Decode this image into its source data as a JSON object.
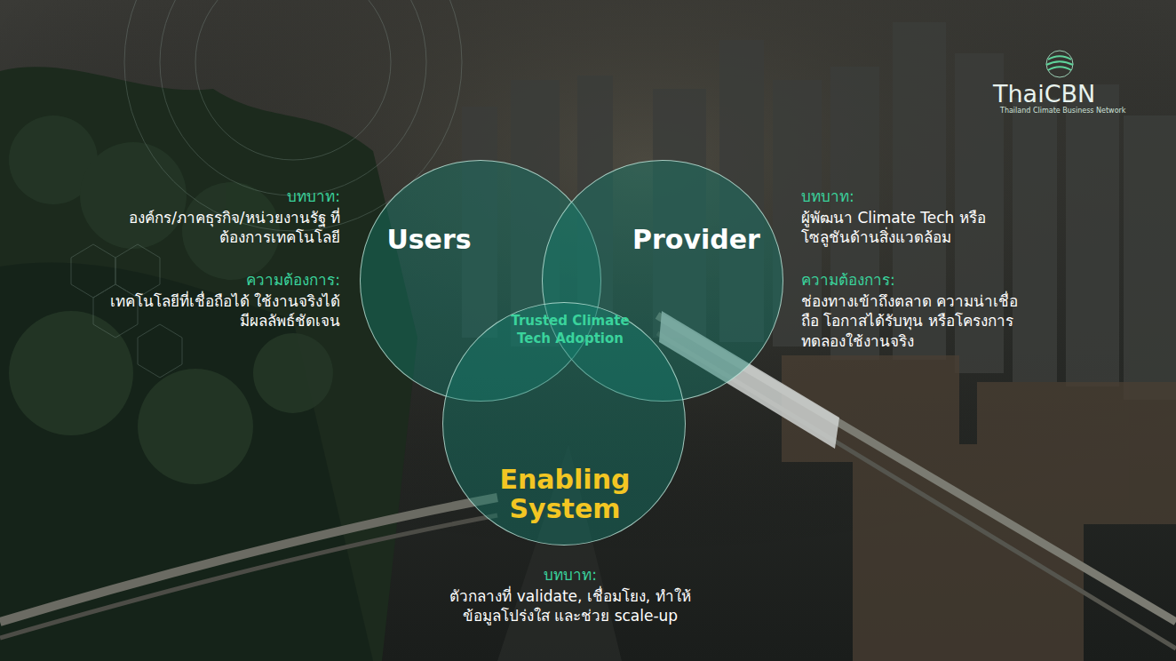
{
  "diagram": {
    "nodes": [
      {
        "text": [
          "Users"
        ]
      },
      {
        "text": [
          "Provider"
        ]
      },
      {
        "text": [
          "Enabling System"
        ]
      }
    ],
    "labels": [
      "บทบาท:",
      "องค์กร/ภาคธุรกิจ/หน่วยงานรัฐ ที่ต้องการเทคโนโลยี",
      "ความต้องการ:",
      "เทคโนโลยีที่เชื่อถือได้ ใช้งานจริงได้ มีผลลัพธ์ชัดเจน",
      "บทบาท:",
      "ผู้พัฒนา Climate Tech หรือโซลูชันด้านสิ่งแวดล้อม",
      "ความต้องการ:",
      "ช่องทางเข้าถึงตลาด ความน่าเชื่อถือ โอกาสได้รับทุน หรือโครงการทดลองใช้งานจริง",
      "Trusted Climate Tech Adoption",
      "บทบาท:",
      "ตัวกลางที่ validate, เชื่อมโยง, ทำให้ข้อมูลโปร่งใส และช่วย scale-up",
      "ThaiCBN",
      "Thailand Climate Business Network"
    ]
  }
}
